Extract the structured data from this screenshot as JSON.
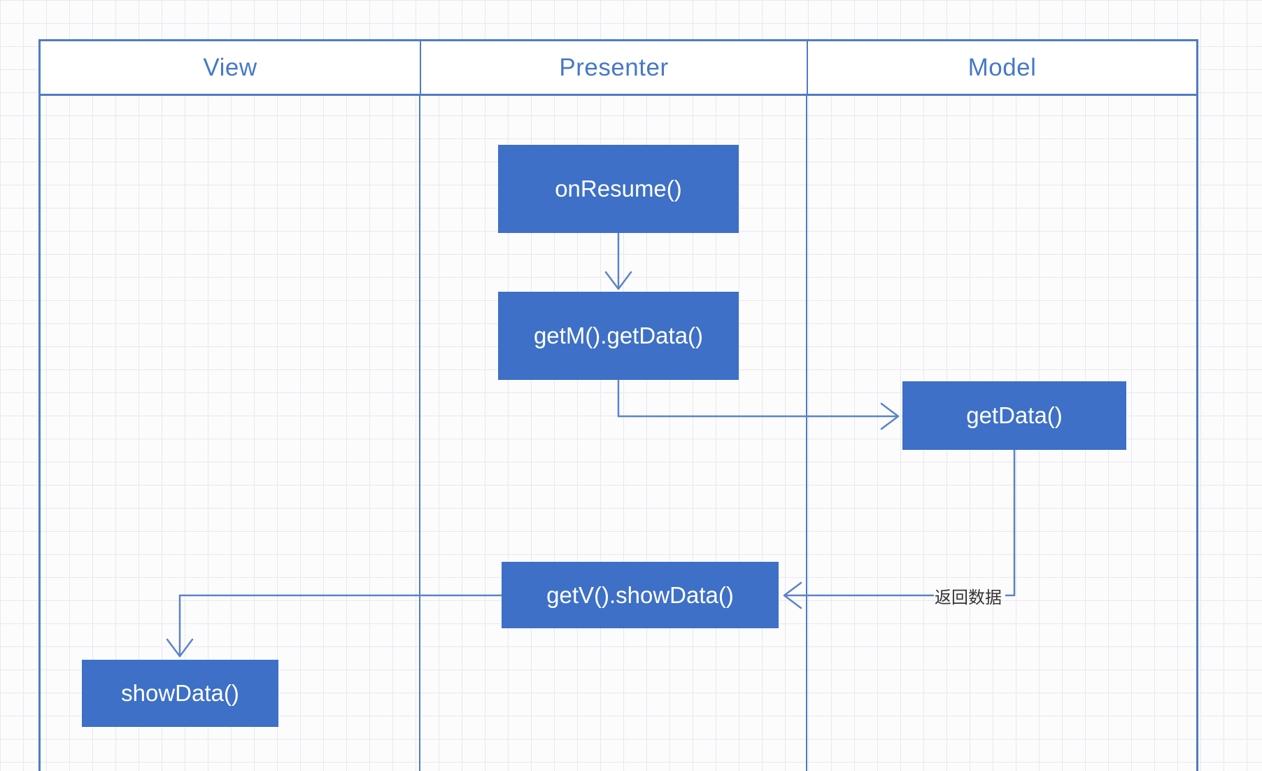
{
  "diagram": {
    "type": "mvp-swimlane-flow",
    "lanes": [
      {
        "label": "View"
      },
      {
        "label": "Presenter"
      },
      {
        "label": "Model"
      }
    ],
    "nodes": {
      "on_resume": {
        "label": "onResume()",
        "lane": "Presenter"
      },
      "get_m_get_data": {
        "label": "getM().getData()",
        "lane": "Presenter"
      },
      "get_data": {
        "label": "getData()",
        "lane": "Model"
      },
      "get_v_show_data": {
        "label": "getV().showData()",
        "lane": "Presenter"
      },
      "show_data": {
        "label": "showData()",
        "lane": "View"
      }
    },
    "edges": [
      {
        "from": "on_resume",
        "to": "get_m_get_data",
        "label": ""
      },
      {
        "from": "get_m_get_data",
        "to": "get_data",
        "label": ""
      },
      {
        "from": "get_data",
        "to": "get_v_show_data",
        "label": "返回数据"
      },
      {
        "from": "get_v_show_data",
        "to": "show_data",
        "label": ""
      }
    ]
  },
  "colors": {
    "node_fill": "#3d70c6",
    "wire_blue": "#5b83c7",
    "border_blue": "#4f7bc3",
    "header_text": "#4678c8",
    "edge_label_text": "#333333",
    "grid_line": "#e8e8ee",
    "page_bg": "#fcfcfd"
  }
}
